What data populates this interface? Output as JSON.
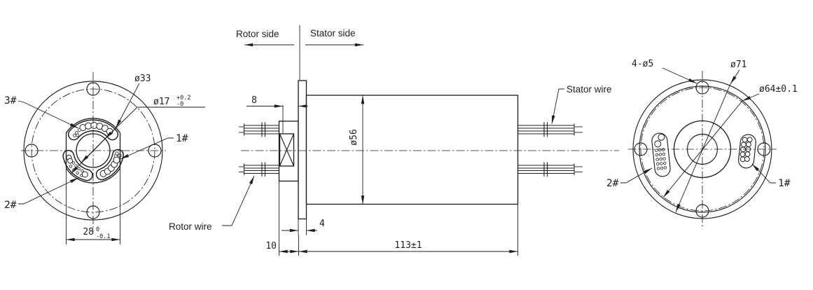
{
  "front_view": {
    "label_3": "3#",
    "label_2": "2#",
    "label_1": "1#",
    "dia_boss": "ø33",
    "dia_bore": "ø17",
    "dia_bore_tol_up": "+0.2",
    "dia_bore_tol_dn": "-0",
    "width_flats": "28",
    "width_flats_tol_up": "0",
    "width_flats_tol_dn": "-0.1"
  },
  "section_view": {
    "rotor_side": "Rotor side",
    "stator_side": "Stator side",
    "rotor_wire": "Rotor wire",
    "stator_wire": "Stator wire",
    "hub_length": "8",
    "flange_thickness": "4",
    "rotor_length": "10",
    "body_length": "113±1",
    "body_dia": "ø56"
  },
  "rear_view": {
    "mount_holes": "4-ø5",
    "flange_dia": "ø71",
    "register_dia": "ø64±0.1",
    "label_2": "2#",
    "label_1": "1#"
  },
  "colors": {
    "line": "#1f1f1f",
    "background": "#ffffff"
  }
}
